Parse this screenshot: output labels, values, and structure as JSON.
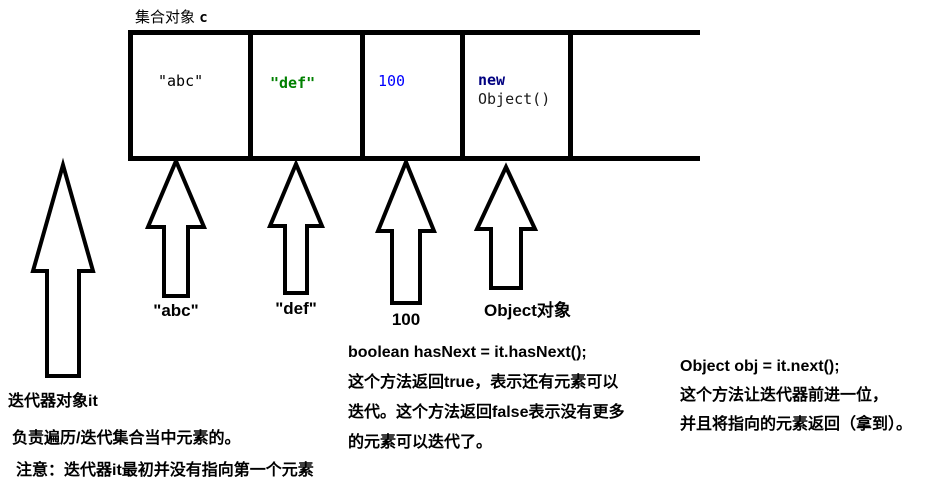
{
  "title": {
    "label": "集合对象",
    "var": "c"
  },
  "collection": {
    "cells": [
      {
        "value": "\"abc\""
      },
      {
        "value": "\"def\""
      },
      {
        "value": "100"
      },
      {
        "line1": "new",
        "line2": "Object()"
      },
      {
        "value": ""
      }
    ]
  },
  "arrow_labels": {
    "abc": "\"abc\"",
    "def": "\"def\"",
    "num": "100",
    "obj": "Object对象"
  },
  "notes": {
    "iterator": {
      "title": "迭代器对象it",
      "line1": "负责遍历/迭代集合当中元素的。",
      "line2": "注意：迭代器it最初并没有指向第一个元素"
    },
    "hasnext": {
      "code": "boolean hasNext = it.hasNext();",
      "lines": [
        "这个方法返回true，表示还有元素可以",
        "迭代。这个方法返回false表示没有更多",
        "的元素可以迭代了。"
      ]
    },
    "next": {
      "code": "Object obj = it.next();",
      "lines": [
        "这个方法让迭代器前进一位，",
        "并且将指向的元素返回（拿到）。"
      ]
    }
  },
  "colors": {
    "string_green": "#008000",
    "number_blue": "#0000ff",
    "keyword_navy": "#000080",
    "line_black": "#000000",
    "background": "#ffffff"
  }
}
